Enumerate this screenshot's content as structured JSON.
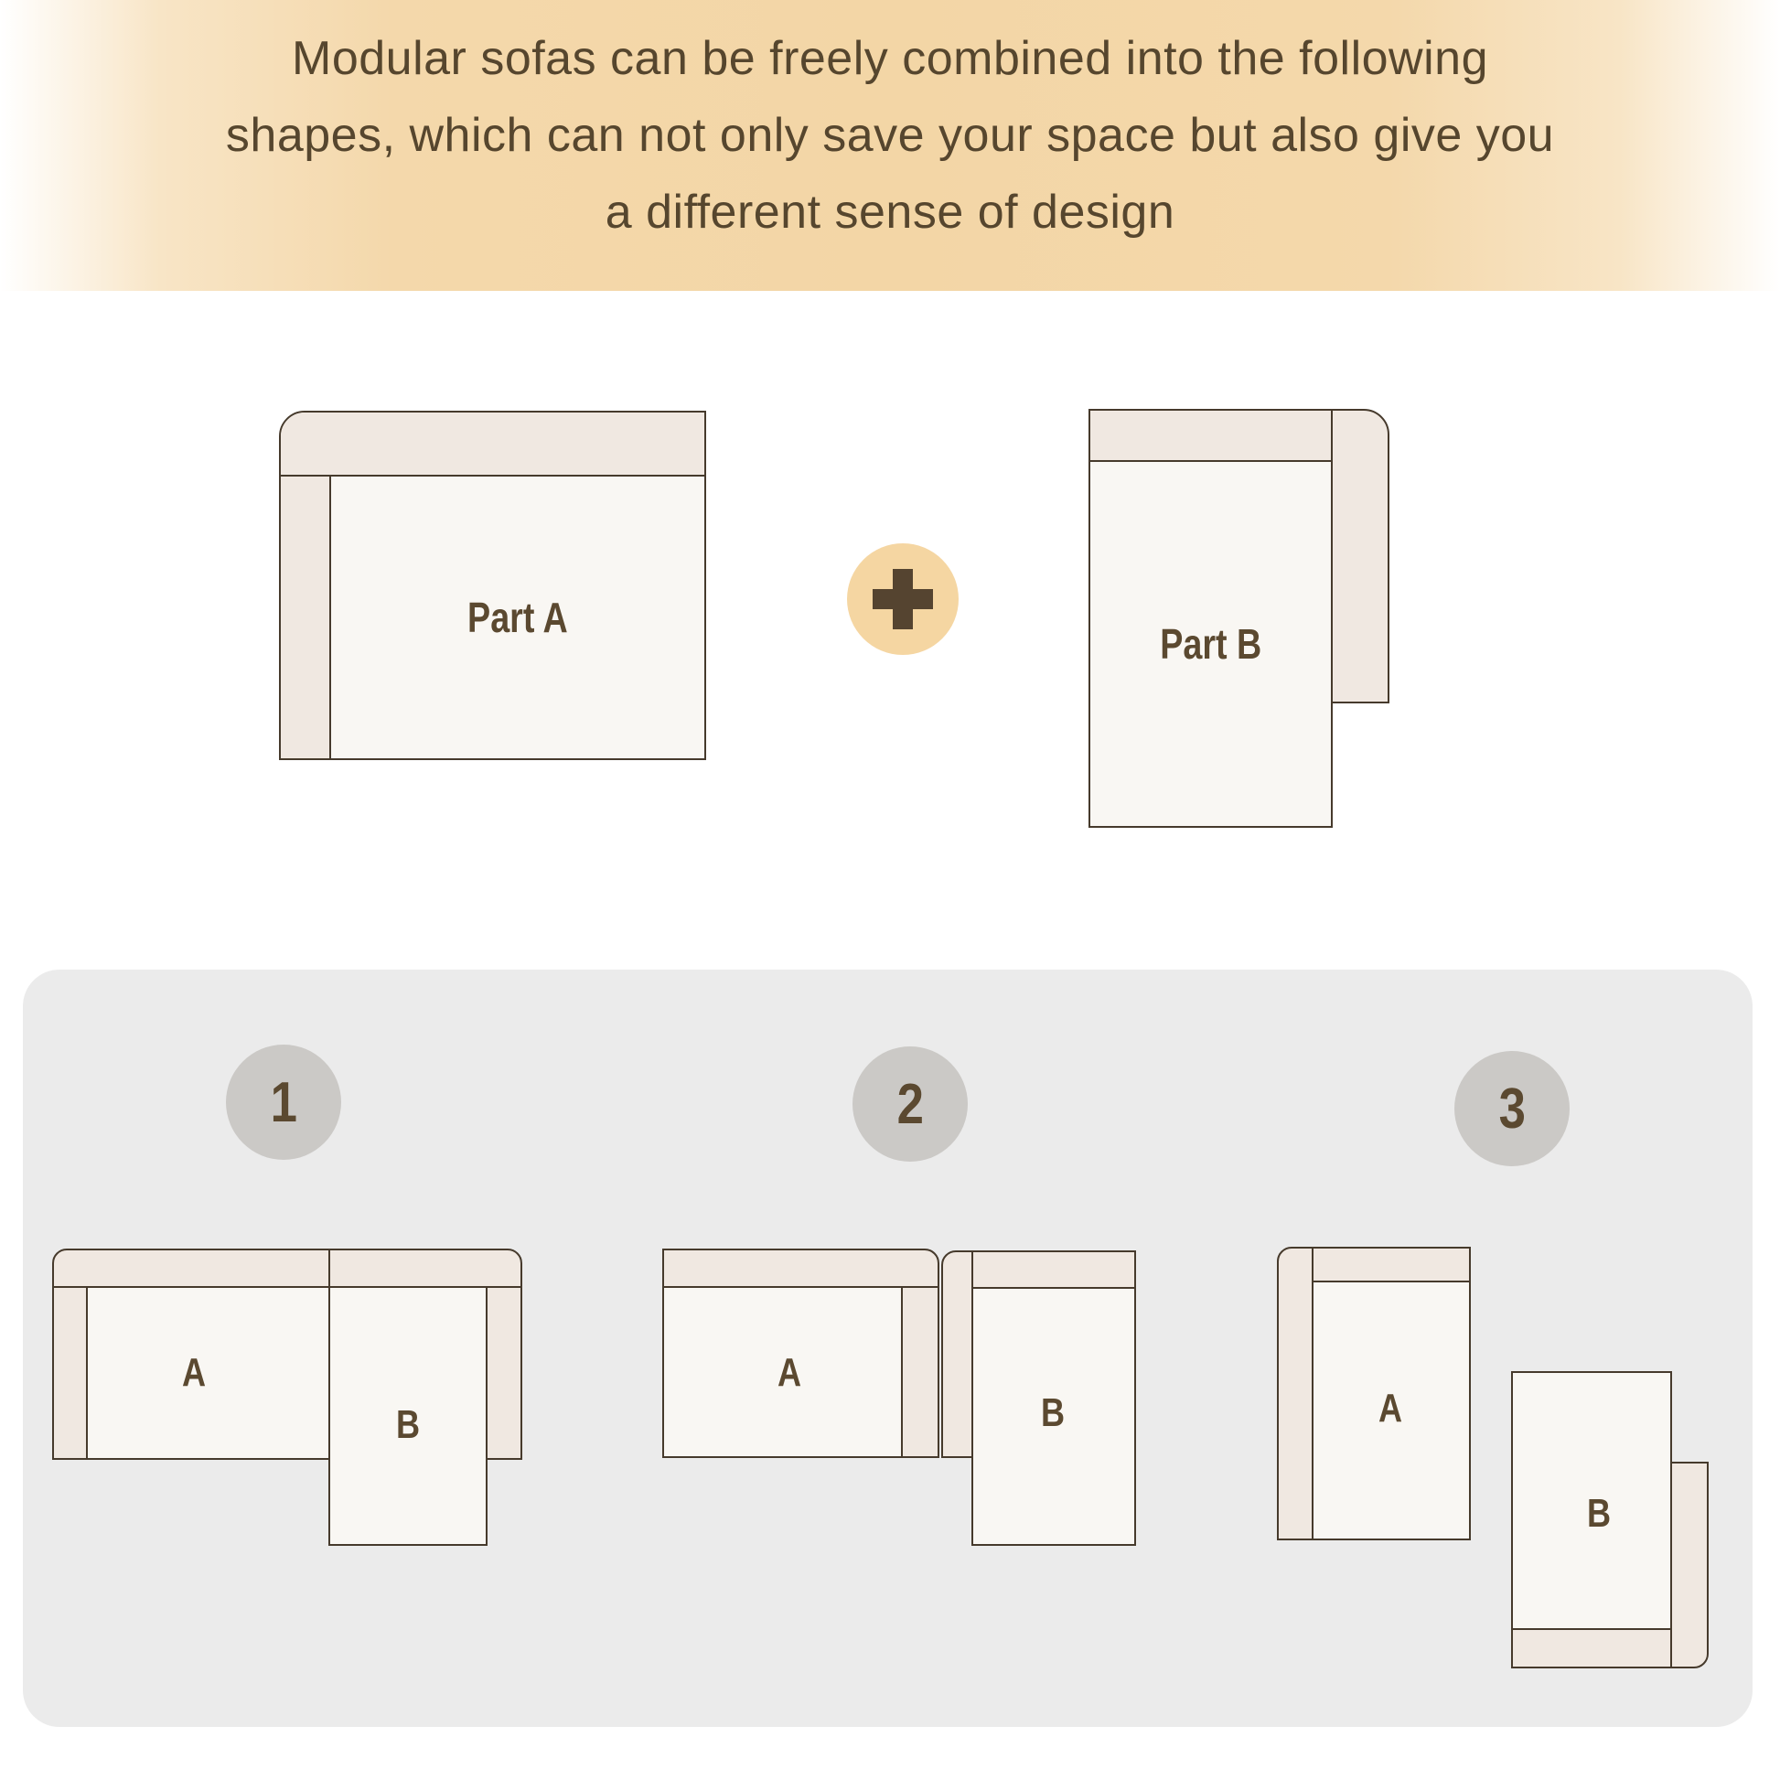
{
  "header": {
    "lines": [
      "Modular sofas can be freely combined into the following",
      "shapes, which can not only save your space but also give you",
      "a different sense of design"
    ]
  },
  "modules": {
    "part_a_label": "Part A",
    "part_b_label": "Part B"
  },
  "combinations": [
    {
      "number": "1",
      "part_a": "A",
      "part_b": "B"
    },
    {
      "number": "2",
      "part_a": "A",
      "part_b": "B"
    },
    {
      "number": "3",
      "part_a": "A",
      "part_b": "B"
    }
  ],
  "colors": {
    "header_peach": "#f4d8ab",
    "heading_text": "#56462e",
    "outline": "#463a2c",
    "sofa_back": "#f0e8e1",
    "sofa_seat": "#f9f7f3",
    "plus_circle": "#f5d6a2",
    "plus_glyph": "#554430",
    "panel_gray": "#ebebeb",
    "number_circle_gray": "#cbc9c6",
    "label_brown": "#5b4930"
  }
}
